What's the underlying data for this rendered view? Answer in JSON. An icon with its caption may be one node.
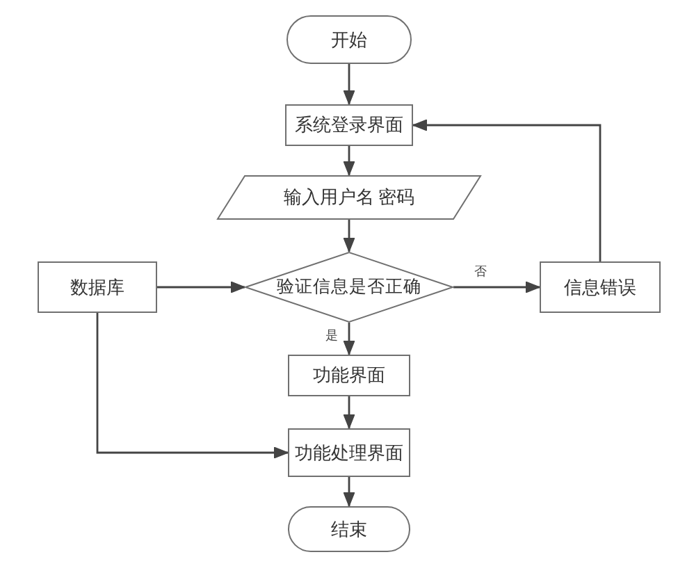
{
  "diagram": {
    "nodes": [
      {
        "text": [
          "开始"
        ]
      },
      {
        "text": [
          "系统登录界面"
        ]
      },
      {
        "text": [
          "输入用户名 密码"
        ]
      },
      {
        "text": [
          "数据库"
        ]
      },
      {
        "text": [
          "验证信息是否正确"
        ]
      },
      {
        "text": [
          "信息错误"
        ]
      },
      {
        "text": [
          "功能界面"
        ]
      },
      {
        "text": [
          "功能处理界面"
        ]
      },
      {
        "text": [
          "结束"
        ]
      }
    ],
    "edges": [
      {
        "from": 0,
        "to": 1,
        "arrow": "to"
      },
      {
        "from": 1,
        "to": 2,
        "arrow": "to"
      },
      {
        "from": 2,
        "to": 4,
        "arrow": "to"
      },
      {
        "from": 3,
        "to": 4,
        "arrow": "to"
      },
      {
        "from": 4,
        "to": 5,
        "arrow": "to",
        "label": "否"
      },
      {
        "from": 4,
        "to": 6,
        "arrow": "to",
        "label": "是"
      },
      {
        "from": 5,
        "to": 1,
        "arrow": "to"
      },
      {
        "from": 3,
        "to": 7,
        "arrow": "to"
      },
      {
        "from": 6,
        "to": 7,
        "arrow": "to"
      },
      {
        "from": 7,
        "to": 8,
        "arrow": "to"
      }
    ]
  }
}
